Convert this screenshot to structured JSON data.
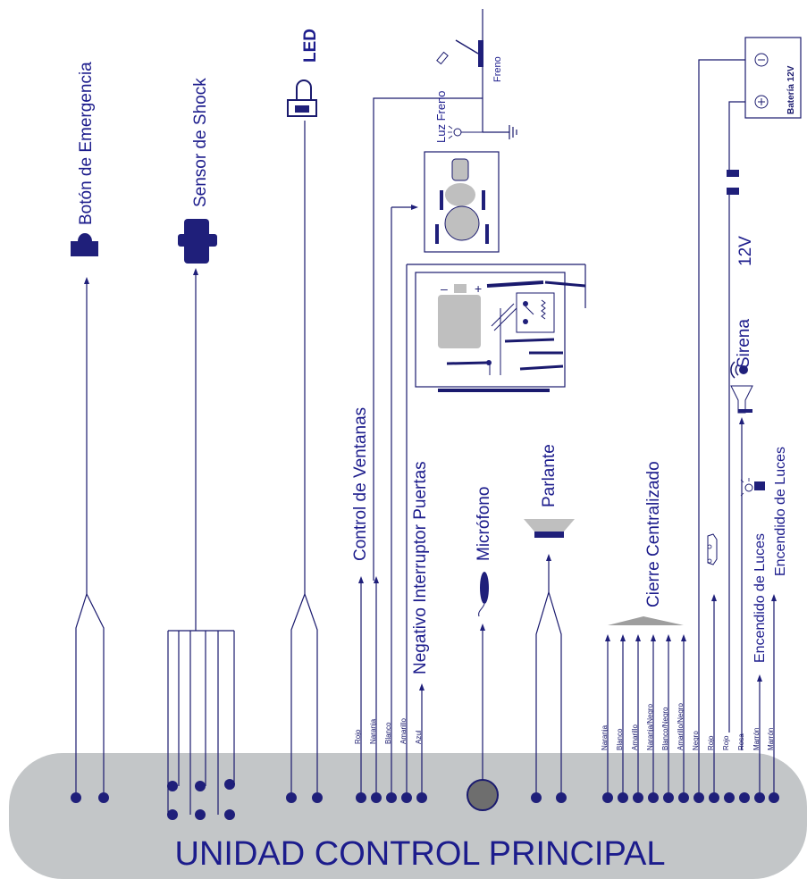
{
  "unit": {
    "title": "UNIDAD CONTROL PRINCIPAL"
  },
  "components": {
    "boton": "Botón de Emergencia",
    "shock": "Sensor de Shock",
    "led": "LED",
    "freno": "Freno",
    "luz_freno": "Luz Freno",
    "ventanas": "Control de Ventanas",
    "puertas": "Negativo Interruptor Puertas",
    "microfono": "Micrófono",
    "parlante": "Parlante",
    "cierre": "Cierre Centralizado",
    "sirena": "Sirena",
    "v12": "12V",
    "bateria": "Batería 12V",
    "luces1": "Encendido de Luces",
    "luces2": "Encendido de Luces"
  },
  "wires": {
    "ventanas_grupo": [
      "Rojo",
      "Naranja",
      "Blanco",
      "Amarillo",
      "Azul"
    ],
    "cierre_grupo": [
      "Naranja",
      "Blanco",
      "Amarillo",
      "Naranja/Negro",
      "Blanco/Negro",
      "Amarillo/Negro",
      "Negro"
    ],
    "derecha_grupo": [
      "Rojo",
      "Rojo",
      "Rosa",
      "Marrón",
      "Marrón"
    ]
  },
  "symbols": {
    "minus": "–",
    "plus": "+"
  },
  "colors": {
    "wire": "#1a1a6e",
    "unit": "#c3c6c8",
    "component": "#1f1f7a",
    "label": "#1c1c8c"
  }
}
